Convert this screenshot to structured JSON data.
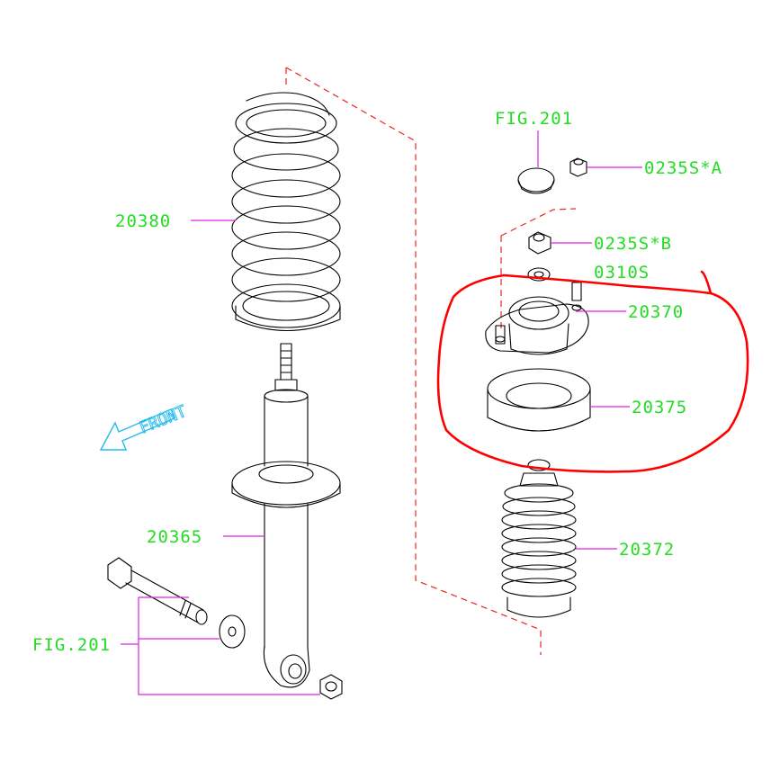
{
  "labels": {
    "spring": "20380",
    "shock_absorber": "20365",
    "mount": "20370",
    "spring_seat": "20375",
    "boot": "20372",
    "fig_top": "FIG.201",
    "fig_bottom": "FIG.201",
    "nut_a": "0235S*A",
    "nut_b": "0235S*B",
    "washer": "0310S",
    "front": "FRONT"
  },
  "colors": {
    "label": "#22dd22",
    "leader": "#e020e0",
    "dashed_guide": "#ee2222",
    "highlight_circle": "#ff0000",
    "front_arrow": "#22bbee",
    "lines": "#000000"
  }
}
